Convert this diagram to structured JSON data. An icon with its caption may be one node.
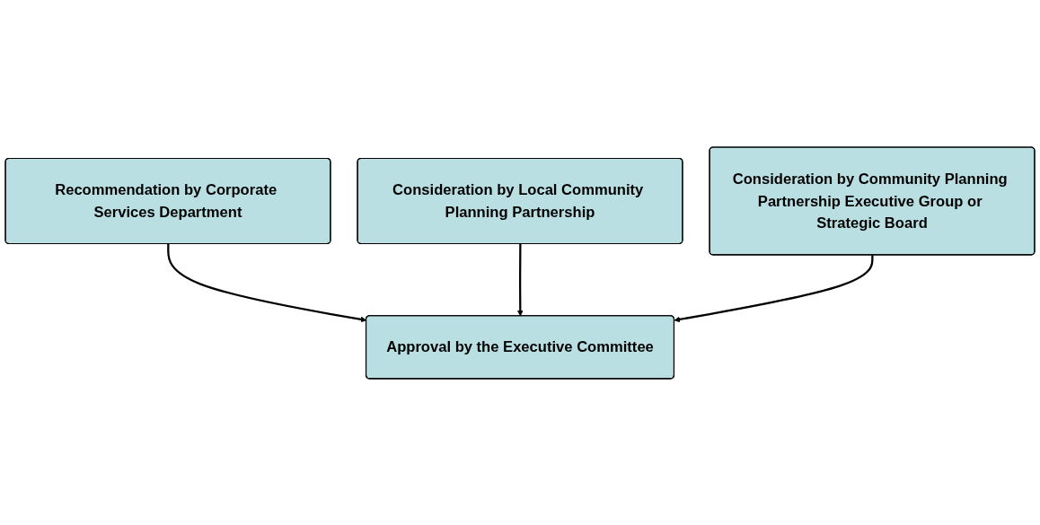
{
  "diagram": {
    "nodes": [
      {
        "text": [
          "Recommendation by Corporate Services Department"
        ]
      },
      {
        "text": [
          "Consideration by Local Community Planning Partnership"
        ]
      },
      {
        "text": [
          "Consideration by Community Planning Partnership Executive Group or Strategic Board"
        ]
      },
      {
        "text": [
          "Approval by the Executive Committee"
        ]
      }
    ],
    "edges": [
      {
        "from": 0,
        "to": 3,
        "arrow": "to"
      },
      {
        "from": 1,
        "to": 3,
        "arrow": "to"
      },
      {
        "from": 2,
        "to": 3,
        "arrow": "to"
      }
    ]
  }
}
